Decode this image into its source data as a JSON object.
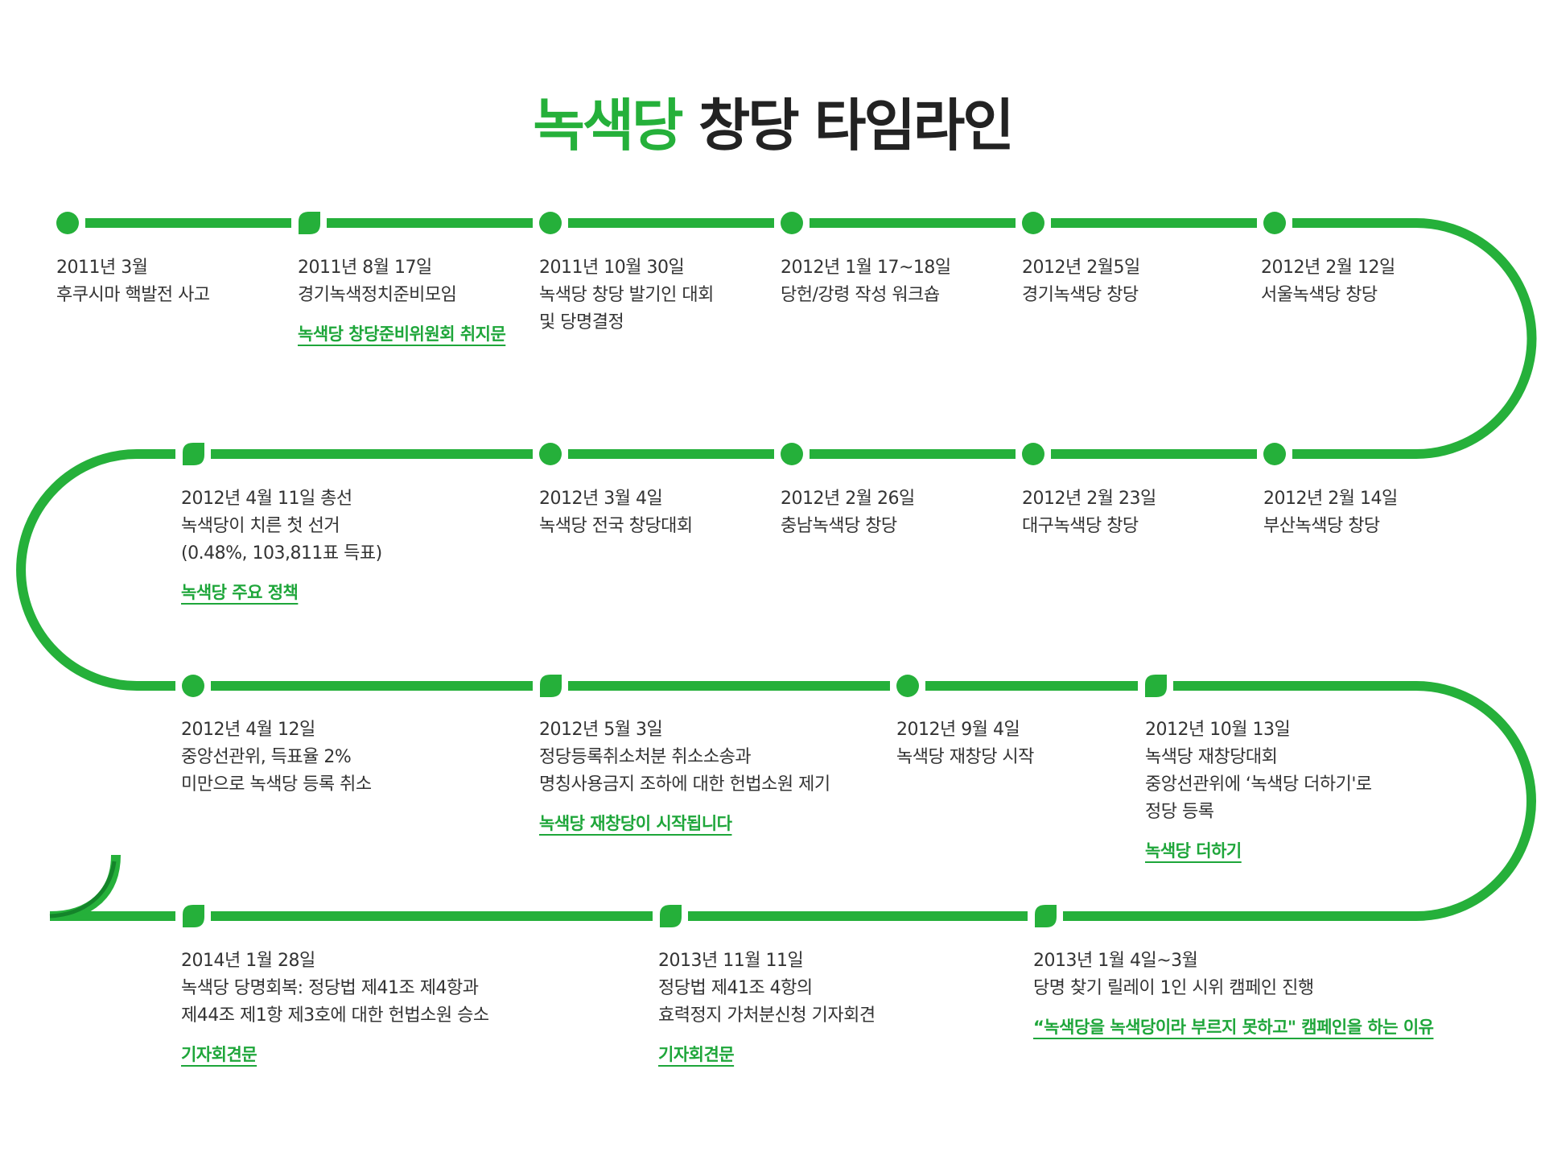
{
  "title": {
    "accent": "녹색당",
    "rest": "창당 타임라인"
  },
  "colors": {
    "accent": "#25b03a",
    "link": "#1ea63a",
    "text": "#333333"
  },
  "events": [
    {
      "date": "2011년 3월",
      "desc": "후쿠시마 핵발전 사고",
      "marker": "circle"
    },
    {
      "date": "2011년 8월 17일",
      "desc": "경기녹색정치준비모임",
      "link": "녹색당 창당준비위원회 취지문",
      "marker": "leaf"
    },
    {
      "date": "2011년 10월 30일",
      "desc": "녹색당 창당 발기인 대회\n및 당명결정",
      "marker": "circle"
    },
    {
      "date": "2012년 1월 17~18일",
      "desc": "당헌/강령 작성 워크숍",
      "marker": "circle"
    },
    {
      "date": "2012년 2월5일",
      "desc": "경기녹색당 창당",
      "marker": "circle"
    },
    {
      "date": "2012년 2월 12일",
      "desc": "서울녹색당 창당",
      "marker": "circle"
    },
    {
      "date": "2012년 2월 14일",
      "desc": "부산녹색당 창당",
      "marker": "circle"
    },
    {
      "date": "2012년 2월 23일",
      "desc": "대구녹색당 창당",
      "marker": "circle"
    },
    {
      "date": "2012년 2월 26일",
      "desc": "충남녹색당 창당",
      "marker": "circle"
    },
    {
      "date": "2012년 3월 4일",
      "desc": "녹색당 전국 창당대회",
      "marker": "circle"
    },
    {
      "date": "2012년 4월 11일 총선",
      "desc": "녹색당이 치른 첫 선거\n(0.48%, 103,811표 득표)",
      "link": "녹색당 주요 정책",
      "marker": "leaf"
    },
    {
      "date": "2012년 4월 12일",
      "desc": "중앙선관위, 득표율 2%\n미만으로 녹색당 등록 취소",
      "marker": "circle"
    },
    {
      "date": "2012년 5월 3일",
      "desc": "정당등록취소처분 취소소송과\n명칭사용금지 조하에 대한 헌법소원 제기",
      "link": "녹색당 재창당이 시작됩니다",
      "marker": "leaf"
    },
    {
      "date": "2012년 9월 4일",
      "desc": "녹색당 재창당 시작",
      "marker": "circle"
    },
    {
      "date": "2012년 10월 13일",
      "desc": "녹색당 재창당대회\n중앙선관위에 ‘녹색당 더하기'로\n정당 등록",
      "link": "녹색당 더하기",
      "marker": "leaf"
    },
    {
      "date": "2013년 1월 4일~3월",
      "desc": "당명 찾기 릴레이 1인 시위 캠페인 진행",
      "link": "“녹색당을 녹색당이라 부르지 못하고\" 캠페인을 하는 이유",
      "marker": "leaf"
    },
    {
      "date": "2013년 11월 11일",
      "desc": "정당법 제41조 4항의\n효력정지 가처분신청 기자회견",
      "link": "기자회견문",
      "marker": "leaf"
    },
    {
      "date": "2014년 1월 28일",
      "desc": "녹색당 당명회복: 정당법 제41조 제4항과\n제44조 제1항 제3호에 대한 헌법소원 승소",
      "link": "기자회견문",
      "marker": "leaf"
    }
  ]
}
